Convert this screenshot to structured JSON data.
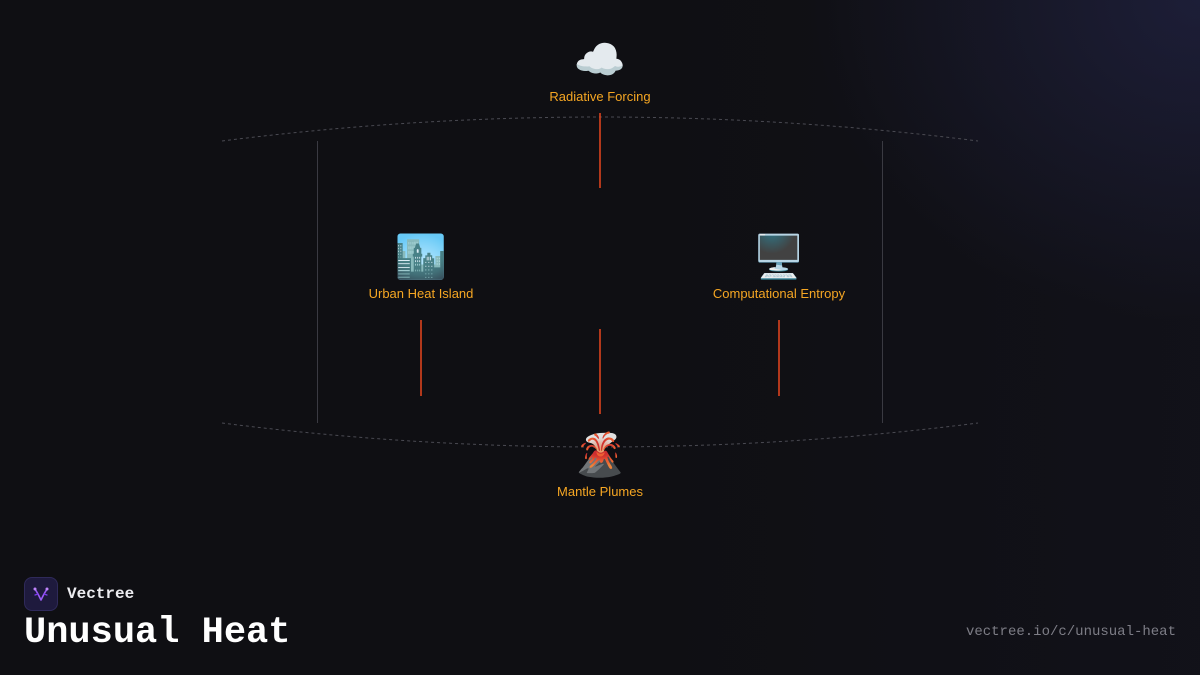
{
  "diagram": {
    "nodes": [
      {
        "id": "radiative-forcing",
        "icon": "cloud-icon",
        "glyph": "☁️",
        "label": "Radiative Forcing"
      },
      {
        "id": "urban-heat-island",
        "icon": "cityscape-icon",
        "glyph": "🏙️",
        "label": "Urban Heat Island"
      },
      {
        "id": "computational-entropy",
        "icon": "desktop-computer-icon",
        "glyph": "🖥️",
        "label": "Computational Entropy"
      },
      {
        "id": "mantle-plumes",
        "icon": "volcano-icon",
        "glyph": "🌋",
        "label": "Mantle Plumes"
      }
    ],
    "colors": {
      "label": "#f5a623",
      "connector": "#e8461e",
      "frame": "#4a4a52"
    }
  },
  "brand": {
    "name": "Vectree",
    "logo_icon": "vectree-logo-icon"
  },
  "page": {
    "title": "Unusual Heat",
    "url": "vectree.io/c/unusual-heat"
  }
}
